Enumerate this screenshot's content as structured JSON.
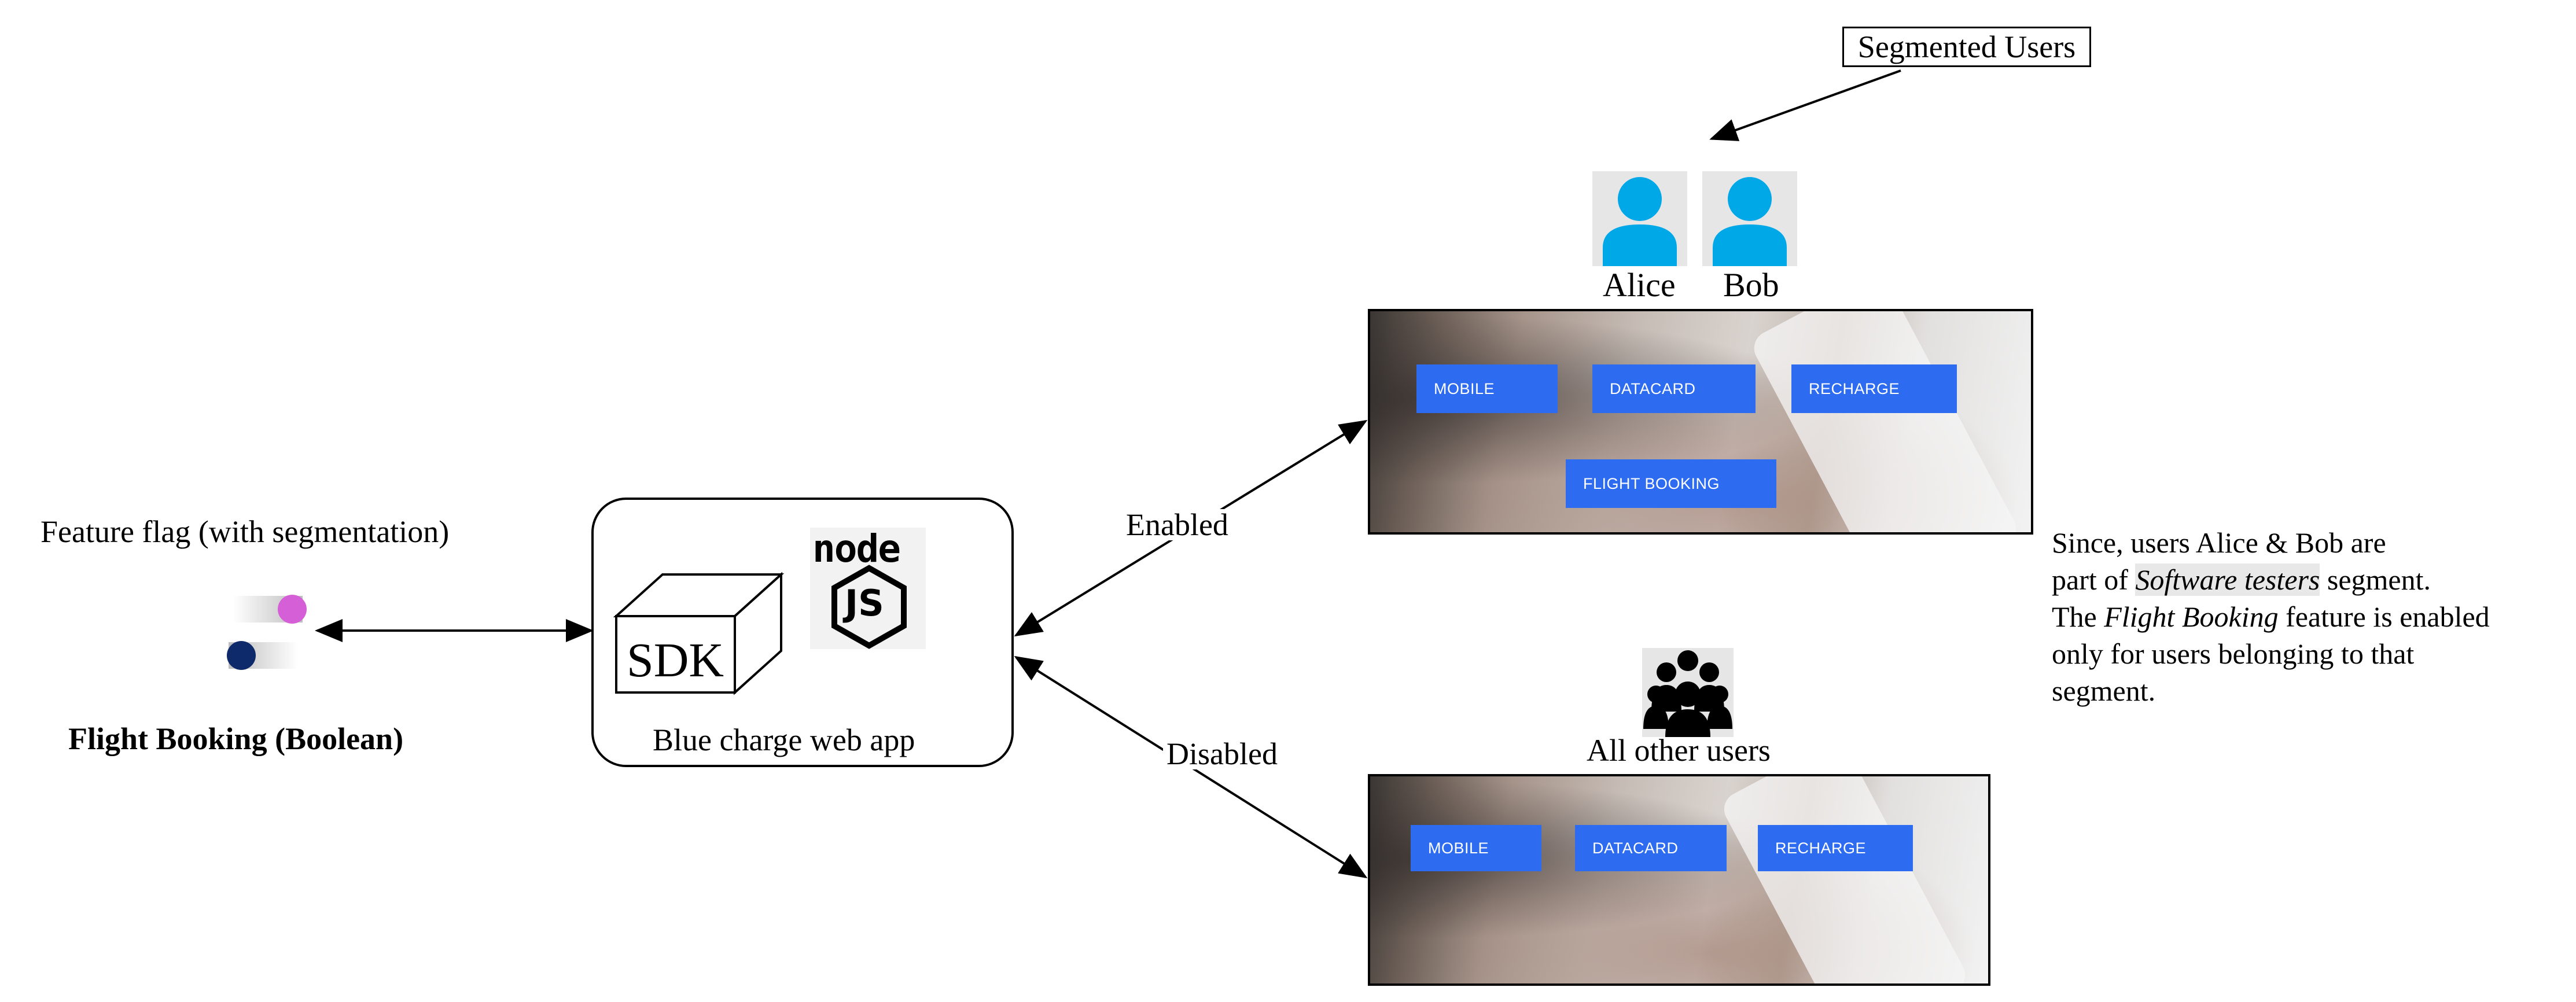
{
  "flag": {
    "title": "Feature flag (with segmentation)",
    "name": "Flight Booking (Boolean)"
  },
  "app": {
    "sdk_label": "SDK",
    "name": "Blue charge web app",
    "node_logo_text": "node",
    "js_logo_text": "JS"
  },
  "edges": {
    "enabled": "Enabled",
    "disabled": "Disabled"
  },
  "segment": {
    "label": "Segmented Users",
    "users": [
      "Alice",
      "Bob"
    ]
  },
  "others": {
    "label": "All other users"
  },
  "enabled_panel": {
    "buttons": [
      "MOBILE",
      "DATACARD",
      "RECHARGE",
      "FLIGHT BOOKING"
    ]
  },
  "disabled_panel": {
    "buttons": [
      "MOBILE",
      "DATACARD",
      "RECHARGE"
    ]
  },
  "note": {
    "line1": "Since, users Alice & Bob are",
    "line2_a": "part of ",
    "line2_b": "Software testers",
    "line2_c": " segment.",
    "line3_a": "The ",
    "line3_b": "Flight Booking",
    "line3_c": " feature is enabled",
    "line4": "only for users belonging to that",
    "line5": "segment."
  },
  "colors": {
    "avatar": "#00a8e8",
    "button": "#2d6bf0",
    "toggle_on": "#d45fd6",
    "toggle_off": "#0f2a6b"
  }
}
